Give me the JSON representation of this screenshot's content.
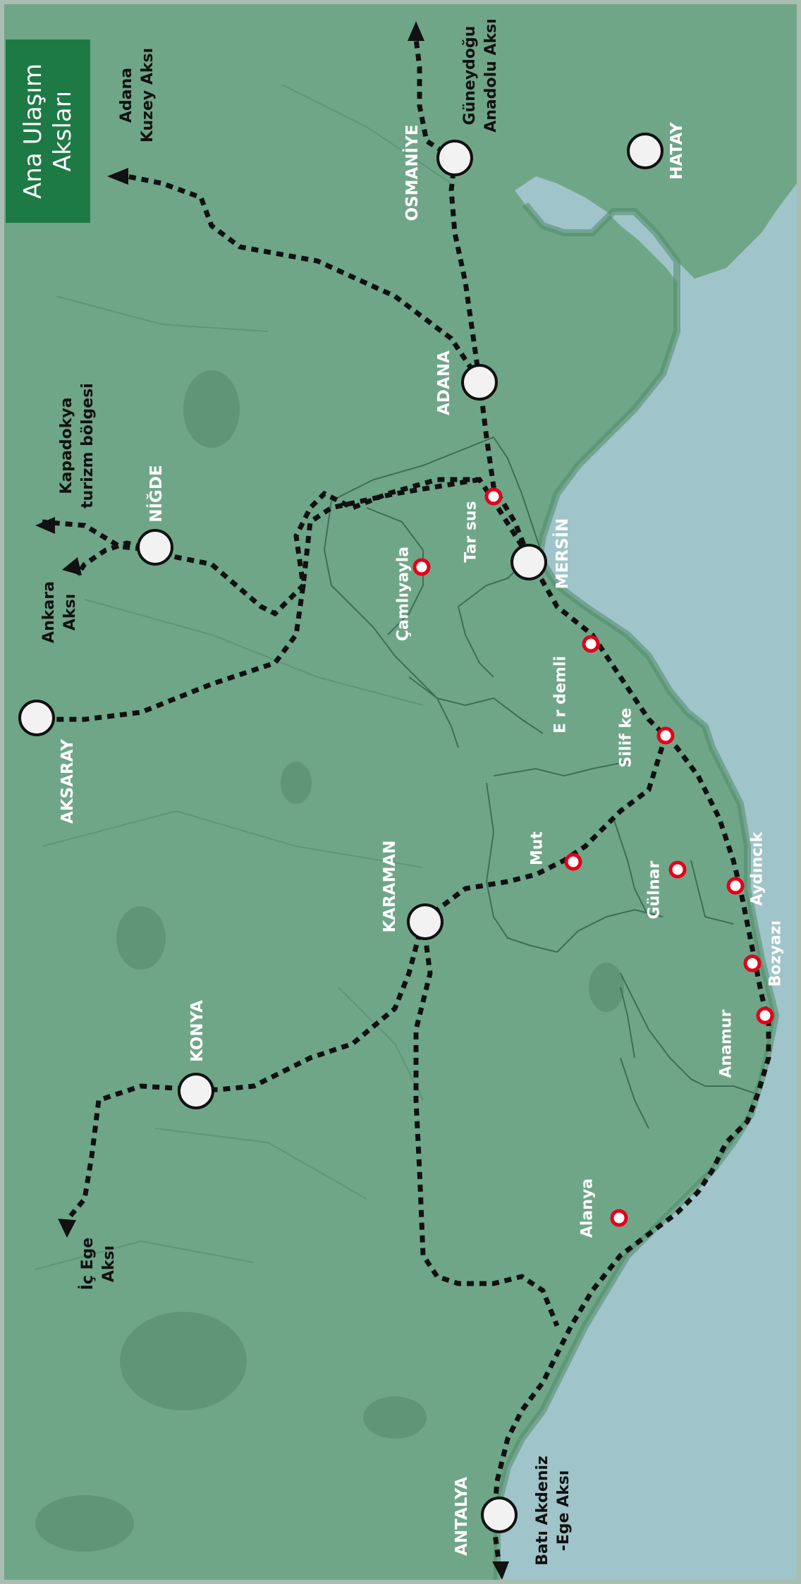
{
  "title": {
    "line1": "Ana Ulaşım",
    "line2": "Aksları"
  },
  "colors": {
    "land": "#6fa688",
    "sea": "#9fc4c9",
    "frame": "#a9bdb0",
    "title_bg": "#1e7a45",
    "route": "#111111",
    "city_marker": "#f2f2f2",
    "town_marker": "#e3001b"
  },
  "cities": {
    "osmaniye": "OSMANİYE",
    "hatay": "HATAY",
    "adana": "ADANA",
    "mersin": "MERSİN",
    "nigde": "NİĞDE",
    "aksaray": "AKSARAY",
    "karaman": "KARAMAN",
    "konya": "KONYA",
    "antalya": "ANTALYA"
  },
  "towns": {
    "tarsus": "Tar sus",
    "camliyayla": "Çamlıyayla",
    "erdemli": "E r demli",
    "silifke": "Silif ke",
    "mut": "Mut",
    "gulnar": "Gülnar",
    "aydincik": "Aydıncık",
    "bozyazi": "Bozyazı",
    "anamur": "Anamur",
    "alanya": "Alanya"
  },
  "axes": {
    "adana_kuzey": {
      "line1": "Adana",
      "line2": "Kuzey Aksı"
    },
    "guneydogu": {
      "line1": "Güneydoğu",
      "line2": "Anadolu Aksı"
    },
    "kapadokya": {
      "line1": "Kapadokya",
      "line2": "turizm bölgesi"
    },
    "ankara": {
      "line1": "Ankara",
      "line2": "Aksı"
    },
    "ic_ege": {
      "line1": "İç Ege",
      "line2": "Aksı"
    },
    "bati_akdeniz": {
      "line1": "Batı Akdeniz",
      "line2": "-Ege Aksı"
    }
  }
}
